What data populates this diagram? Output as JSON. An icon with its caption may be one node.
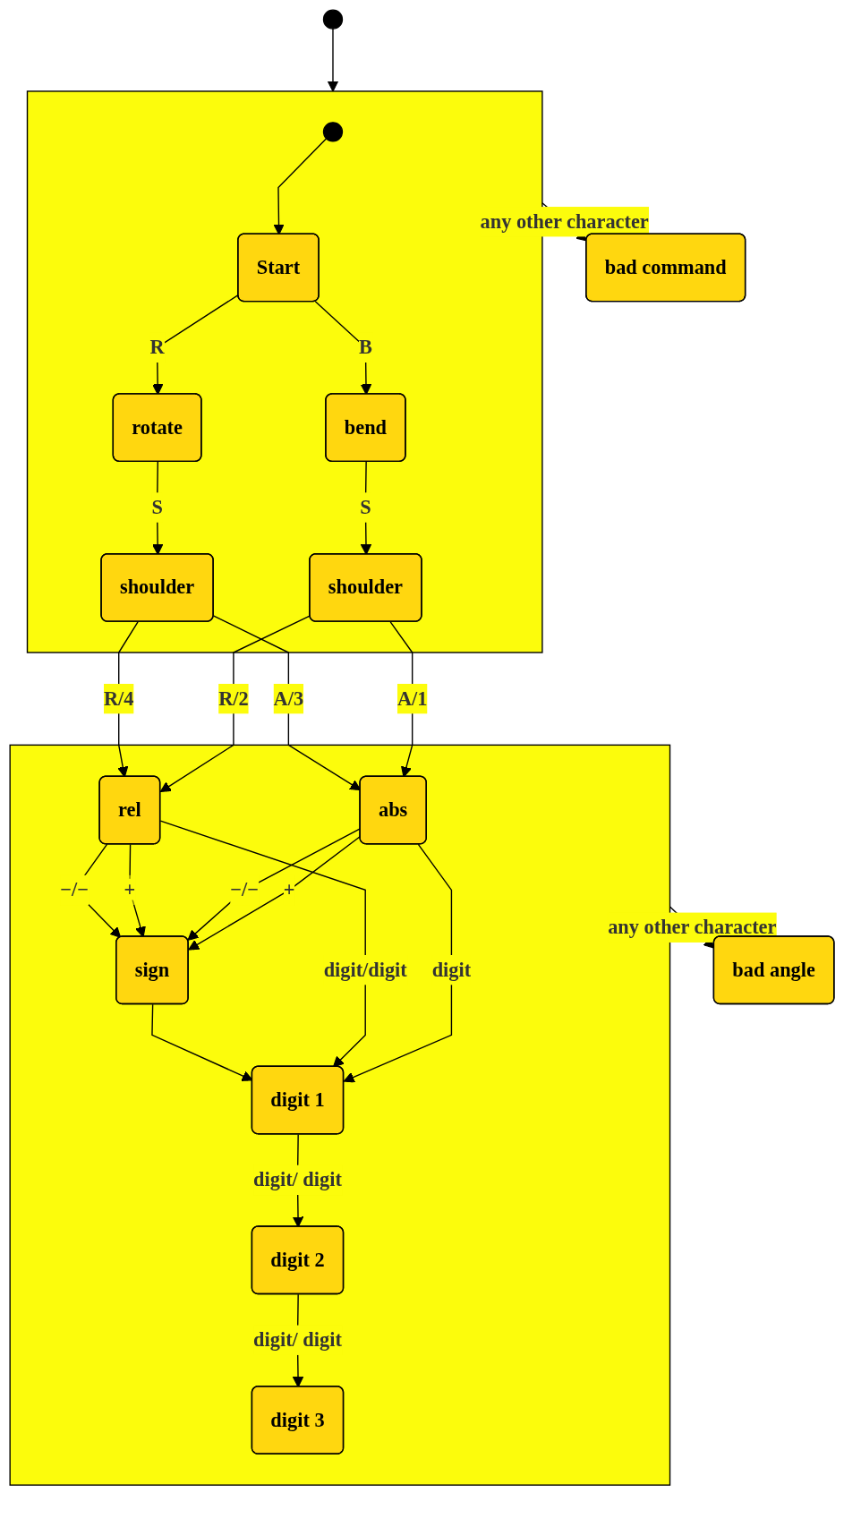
{
  "diagram": {
    "nodes": [
      {
        "text": [],
        "shape": "circle"
      },
      {
        "text": [],
        "shape": "box"
      },
      {
        "text": [],
        "shape": "circle",
        "in": 1
      },
      {
        "text": [
          "Start"
        ],
        "in": 1
      },
      {
        "text": [
          "bend"
        ],
        "in": 1
      },
      {
        "text": [
          "rotate"
        ],
        "in": 1
      },
      {
        "text": [
          "shoulder"
        ],
        "in": 1
      },
      {
        "text": [
          "shoulder"
        ],
        "in": 1
      },
      {
        "text": [],
        "shape": "box"
      },
      {
        "text": [
          "abs"
        ],
        "in": 8
      },
      {
        "text": [
          "rel"
        ],
        "in": 8
      },
      {
        "text": [
          "sign"
        ],
        "in": 8
      },
      {
        "text": [
          "digit 1"
        ],
        "in": 8
      },
      {
        "text": [
          "digit 2"
        ],
        "in": 8
      },
      {
        "text": [
          "digit 3"
        ],
        "in": 8
      },
      {
        "text": [
          "bad command"
        ]
      },
      {
        "text": [
          "bad angle"
        ]
      }
    ],
    "edges": [
      {
        "from": 0,
        "to": 1,
        "arrow": "to"
      },
      {
        "from": 2,
        "to": 3,
        "arrow": "to"
      },
      {
        "from": 3,
        "to": 4,
        "label": "B",
        "arrow": "to"
      },
      {
        "from": 3,
        "to": 5,
        "label": "R",
        "arrow": "to"
      },
      {
        "from": 4,
        "to": 6,
        "label": "S",
        "arrow": "to"
      },
      {
        "from": 5,
        "to": 7,
        "label": "S",
        "arrow": "to"
      },
      {
        "from": 6,
        "to": 9,
        "label": "A/1",
        "arrow": "to"
      },
      {
        "from": 6,
        "to": 10,
        "label": "R/2",
        "arrow": "to"
      },
      {
        "from": 7,
        "to": 9,
        "label": "A/3",
        "arrow": "to"
      },
      {
        "from": 7,
        "to": 10,
        "label": "R/4",
        "arrow": "to"
      },
      {
        "from": 9,
        "to": 11,
        "label": "+",
        "arrow": "to"
      },
      {
        "from": 9,
        "to": 11,
        "label": "−/−",
        "arrow": "to"
      },
      {
        "from": 10,
        "to": 11,
        "label": "+",
        "arrow": "to"
      },
      {
        "from": 10,
        "to": 11,
        "label": "−/−",
        "arrow": "to"
      },
      {
        "from": 9,
        "to": 12,
        "label": "digit",
        "arrow": "to"
      },
      {
        "from": 10,
        "to": 12,
        "label": "digit/digit",
        "arrow": "to"
      },
      {
        "from": 11,
        "to": 12,
        "arrow": "to"
      },
      {
        "from": 12,
        "to": 13,
        "label": "digit/ digit",
        "arrow": "to"
      },
      {
        "from": 13,
        "to": 14,
        "label": "digit/ digit",
        "arrow": "to"
      },
      {
        "from": 1,
        "to": 15,
        "label": "any other character",
        "arrow": "to"
      },
      {
        "from": 8,
        "to": 16,
        "label": "any other character",
        "arrow": "to"
      }
    ]
  }
}
